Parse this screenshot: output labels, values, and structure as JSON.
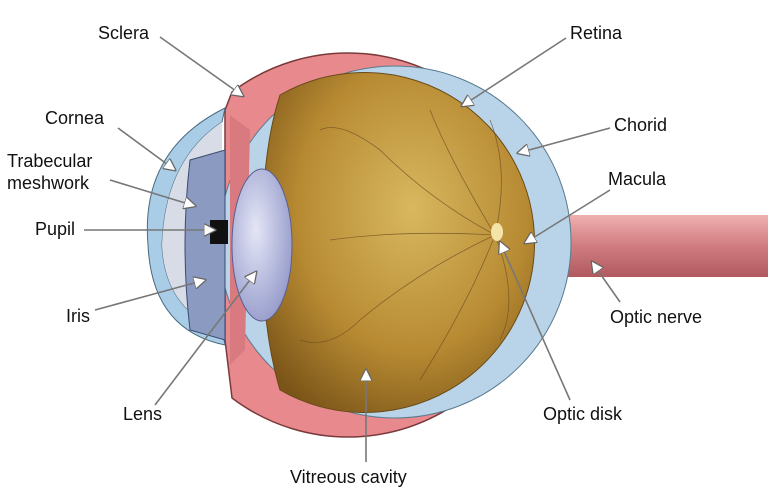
{
  "labels": {
    "sclera": "Sclera",
    "retina": "Retina",
    "cornea": "Cornea",
    "chorid": "Chorid",
    "trabecular_1": "Trabecular",
    "trabecular_2": "meshwork",
    "macula": "Macula",
    "pupil": "Pupil",
    "optic_nerve": "Optic nerve",
    "iris": "Iris",
    "lens": "Lens",
    "optic_disk": "Optic disk",
    "vitreous": "Vitreous cavity"
  },
  "colors": {
    "sclera": "#e98f92",
    "vitreous": "#b8892f",
    "retina": "#b9d4e8",
    "lens": "#b8bce0",
    "leader": "#888888"
  }
}
